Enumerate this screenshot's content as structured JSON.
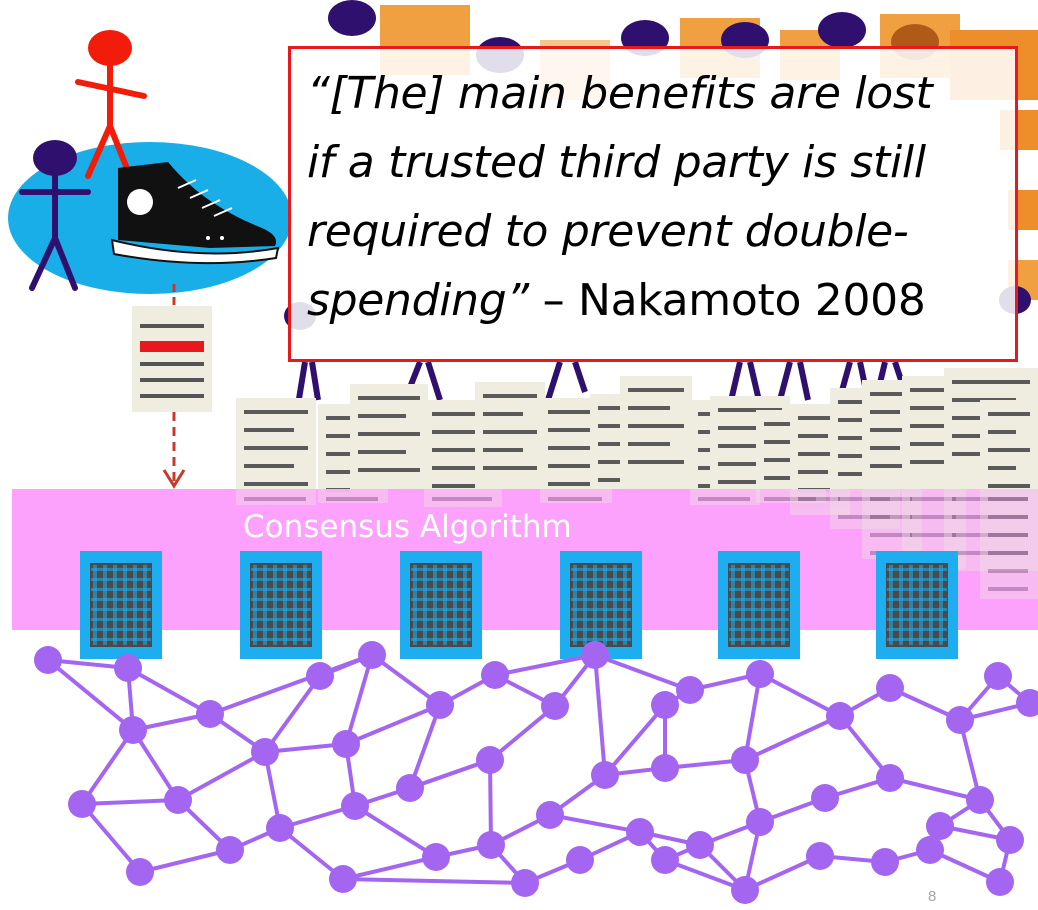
{
  "slide": {
    "quote": {
      "text": "“[The] main benefits are lost if a trusted third party is still required to prevent double-spending”",
      "line1": "“[The] main benefits are lost",
      "line2": "if a trusted third party is still",
      "line3": "required to prevent double-",
      "line4_italic": "spending”",
      "attribution": " – Nakamoto 2008"
    },
    "consensus_label": "Consensus Algorithm",
    "page_number": "8"
  },
  "colors": {
    "quote_border": "#e8191c",
    "consensus_band": "#fc9cfc",
    "network": "#a466f0",
    "server_frame": "#1eaef0",
    "server_grid": "#444444",
    "person_dark": "#30106e",
    "person_red": "#f21c0a",
    "ellipse": "#1aaee9",
    "document": "#efede0",
    "orange": "#f0a040"
  },
  "icons": [
    "person-icon",
    "sneaker-icon",
    "document-icon",
    "server-icon",
    "network-node-icon",
    "arrow-down-icon"
  ]
}
